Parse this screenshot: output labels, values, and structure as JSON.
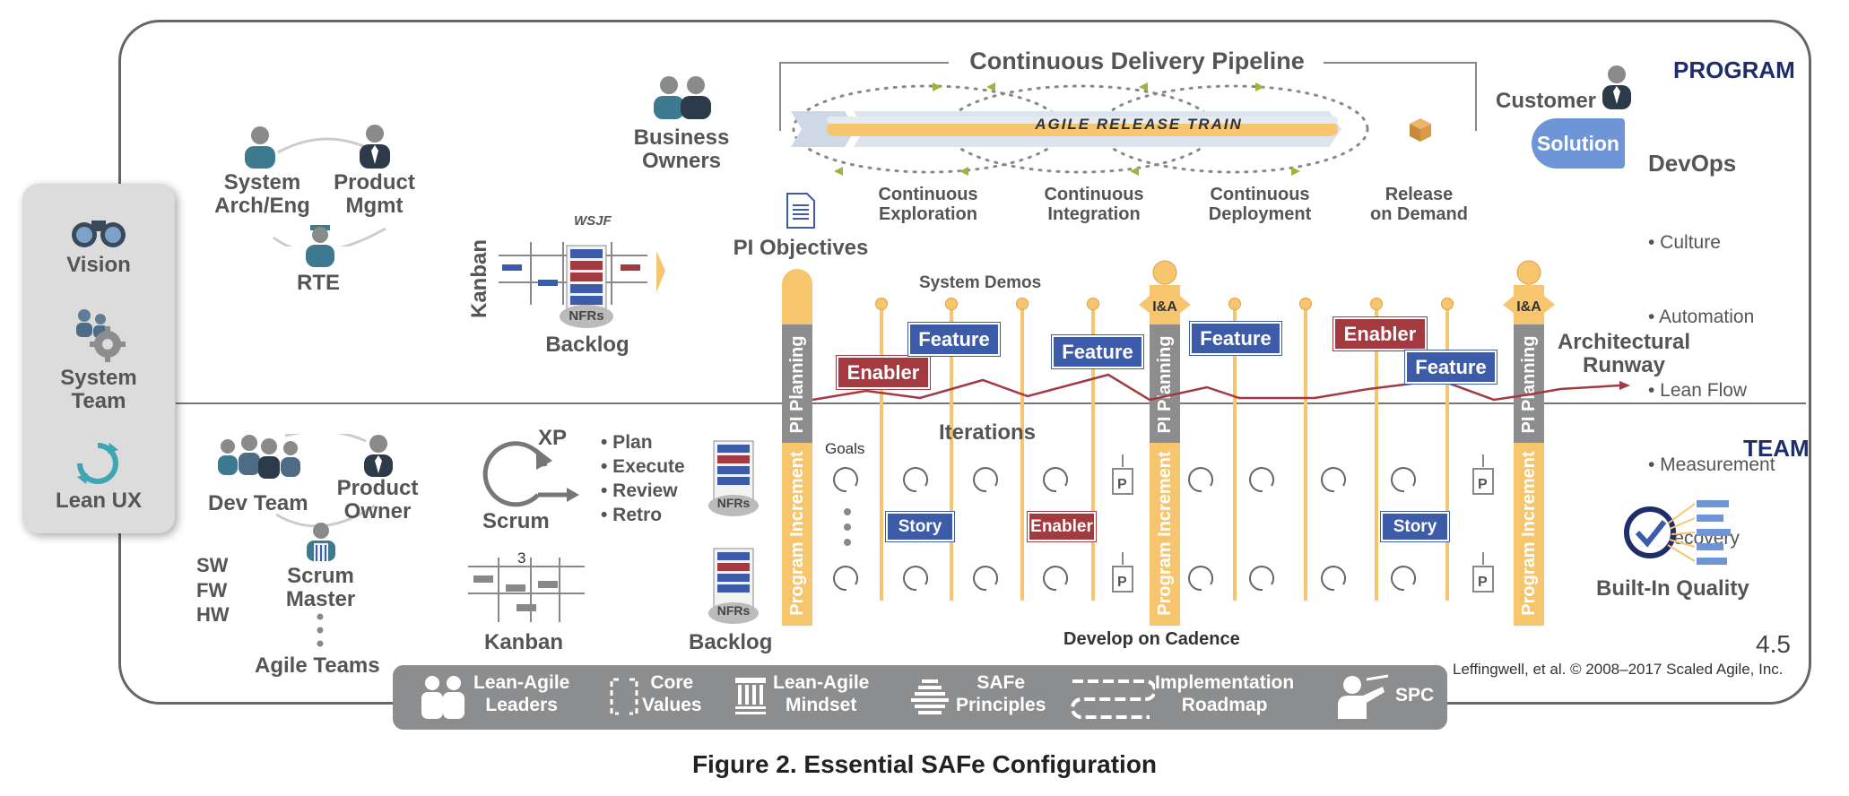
{
  "colors": {
    "feature": "#3c5ba8",
    "enabler": "#a23a3f",
    "cadence": "#f6c56e",
    "gray": "#8c8d8e",
    "navy": "#1f2d6b",
    "solution": "#6e96d6",
    "text": "#555555"
  },
  "left_panel": [
    {
      "label": "Vision",
      "icon": "binoculars-icon"
    },
    {
      "label": "System\nTeam",
      "icon": "team-gear-icon"
    },
    {
      "label": "Lean UX",
      "icon": "cycle-arrows-icon"
    }
  ],
  "program_roles": {
    "sys_arch": "System\nArch/Eng",
    "product_mgmt": "Product\nMgmt",
    "rte": "RTE"
  },
  "business_owners": "Business\nOwners",
  "kanban_label": "Kanban",
  "wsjf": "WSJF",
  "nfrs": "NFRs",
  "backlog": "Backlog",
  "pi_objectives": "PI Objectives",
  "pipeline": {
    "title": "Continuous Delivery Pipeline",
    "train": "AGILE RELEASE TRAIN",
    "stages": [
      "Continuous\nExploration",
      "Continuous\nIntegration",
      "Continuous\nDeployment",
      "Release\non Demand"
    ]
  },
  "customer": "Customer",
  "solution": "Solution",
  "program_title": "PROGRAM",
  "team_title": "TEAM",
  "devops": {
    "title": "DevOps",
    "items": [
      "• Culture",
      "• Automation",
      "• Lean Flow",
      "• Measurement",
      "• Recovery"
    ]
  },
  "system_demos": "System Demos",
  "pi_planning": "PI Planning",
  "program_increment": "Program Increment",
  "ia": "I&A",
  "arch_runway": "Architectural\nRunway",
  "iterations": "Iterations",
  "goals": "Goals",
  "features": [
    "Enabler",
    "Feature",
    "Feature",
    "Feature",
    "Enabler",
    "Feature"
  ],
  "stories": [
    "Story",
    "Enabler",
    "Story"
  ],
  "team_roles": {
    "dev_team": "Dev Team",
    "product_owner": "Product\nOwner",
    "scrum_master": "Scrum\nMaster",
    "agile_teams": "Agile Teams",
    "sw_fw_hw": "SW\nFW\nHW"
  },
  "xp": "XP",
  "scrum": "Scrum",
  "scrum_steps": [
    "• Plan",
    "• Execute",
    "• Review",
    "• Retro"
  ],
  "kanban_team": "Kanban",
  "kanban_wip": "3",
  "team_backlog": "Backlog",
  "built_in_quality": "Built-In Quality",
  "develop_on_cadence": "Develop on Cadence",
  "version": "4.5",
  "copyright": "Leffingwell, et al. © 2008–2017 Scaled Agile, Inc.",
  "bottom_bar": [
    {
      "label": "Lean-Agile\nLeaders",
      "icon": "leaders-icon"
    },
    {
      "label": "Core\nValues",
      "icon": "core-values-icon"
    },
    {
      "label": "Lean-Agile\nMindset",
      "icon": "mindset-icon"
    },
    {
      "label": "SAFe\nPrinciples",
      "icon": "principles-icon"
    },
    {
      "label": "Implementation\nRoadmap",
      "icon": "roadmap-icon"
    },
    {
      "label": "SPC",
      "icon": "spc-icon"
    }
  ],
  "caption": "Figure 2. Essential SAFe Configuration"
}
